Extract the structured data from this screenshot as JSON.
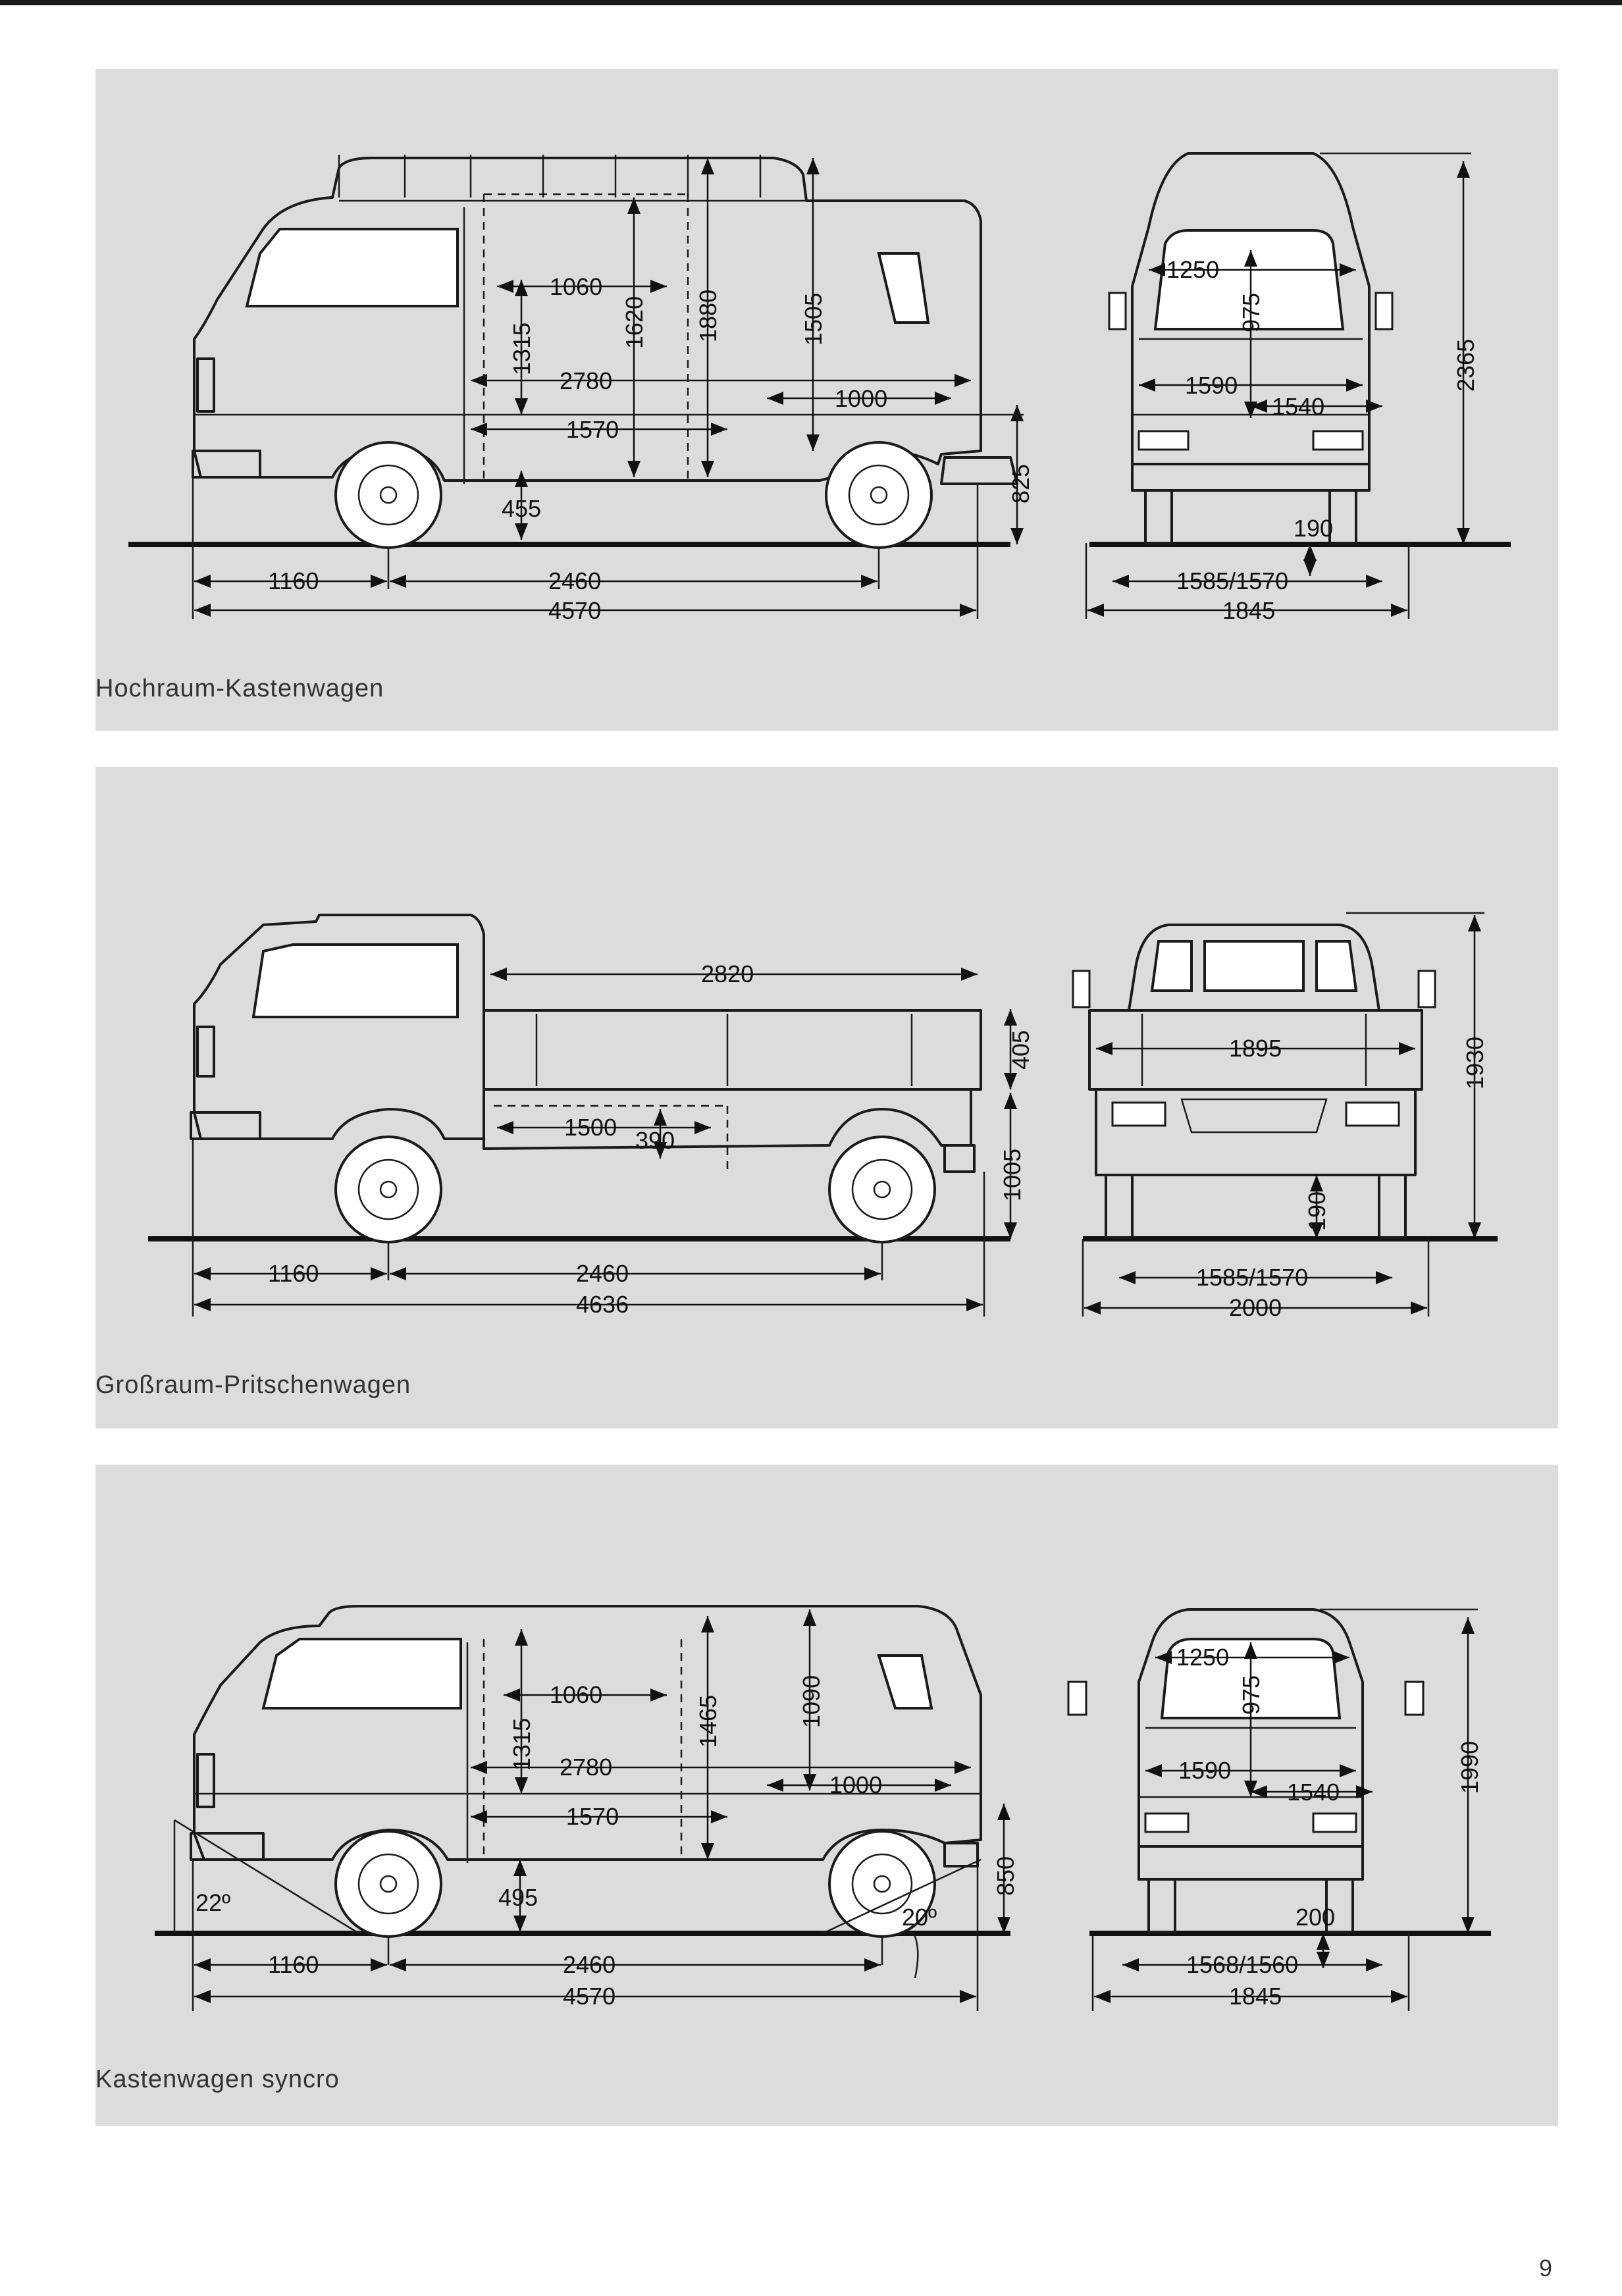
{
  "page_number": "9",
  "vehicles": [
    {
      "caption": "Hochraum-Kastenwagen",
      "side": {
        "d1060": "1060",
        "d1315": "1315",
        "d1620": "1620",
        "d1880": "1880",
        "d1505": "1505",
        "d2780": "2780",
        "d1000": "1000",
        "d1570": "1570",
        "d455": "455",
        "d825": "825",
        "d1160": "1160",
        "d2460": "2460",
        "d4570": "4570"
      },
      "rear": {
        "d1250": "1250",
        "d975": "975",
        "d1590": "1590",
        "d1540": "1540",
        "d190": "190",
        "d1585": "1585/1570",
        "d1845": "1845",
        "d2365": "2365"
      }
    },
    {
      "caption": "Großraum-Pritschenwagen",
      "side": {
        "d2820": "2820",
        "d405": "405",
        "d1500": "1500",
        "d390": "390",
        "d1005": "1005",
        "d1160": "1160",
        "d2460": "2460",
        "d4636": "4636"
      },
      "rear": {
        "d1895": "1895",
        "d1930": "1930",
        "d190": "190",
        "d1585": "1585/1570",
        "d2000": "2000"
      }
    },
    {
      "caption": "Kastenwagen syncro",
      "side": {
        "d1060": "1060",
        "d1315": "1315",
        "d1465": "1465",
        "d1090": "1090",
        "d2780": "2780",
        "d1000": "1000",
        "d1570": "1570",
        "d495": "495",
        "d850": "850",
        "d22": "22º",
        "d20": "20º",
        "d1160": "1160",
        "d2460": "2460",
        "d4570": "4570"
      },
      "rear": {
        "d1250": "1250",
        "d975": "975",
        "d1590": "1590",
        "d1540": "1540",
        "d200": "200",
        "d1568": "1568/1560",
        "d1845": "1845",
        "d1990": "1990"
      }
    }
  ]
}
